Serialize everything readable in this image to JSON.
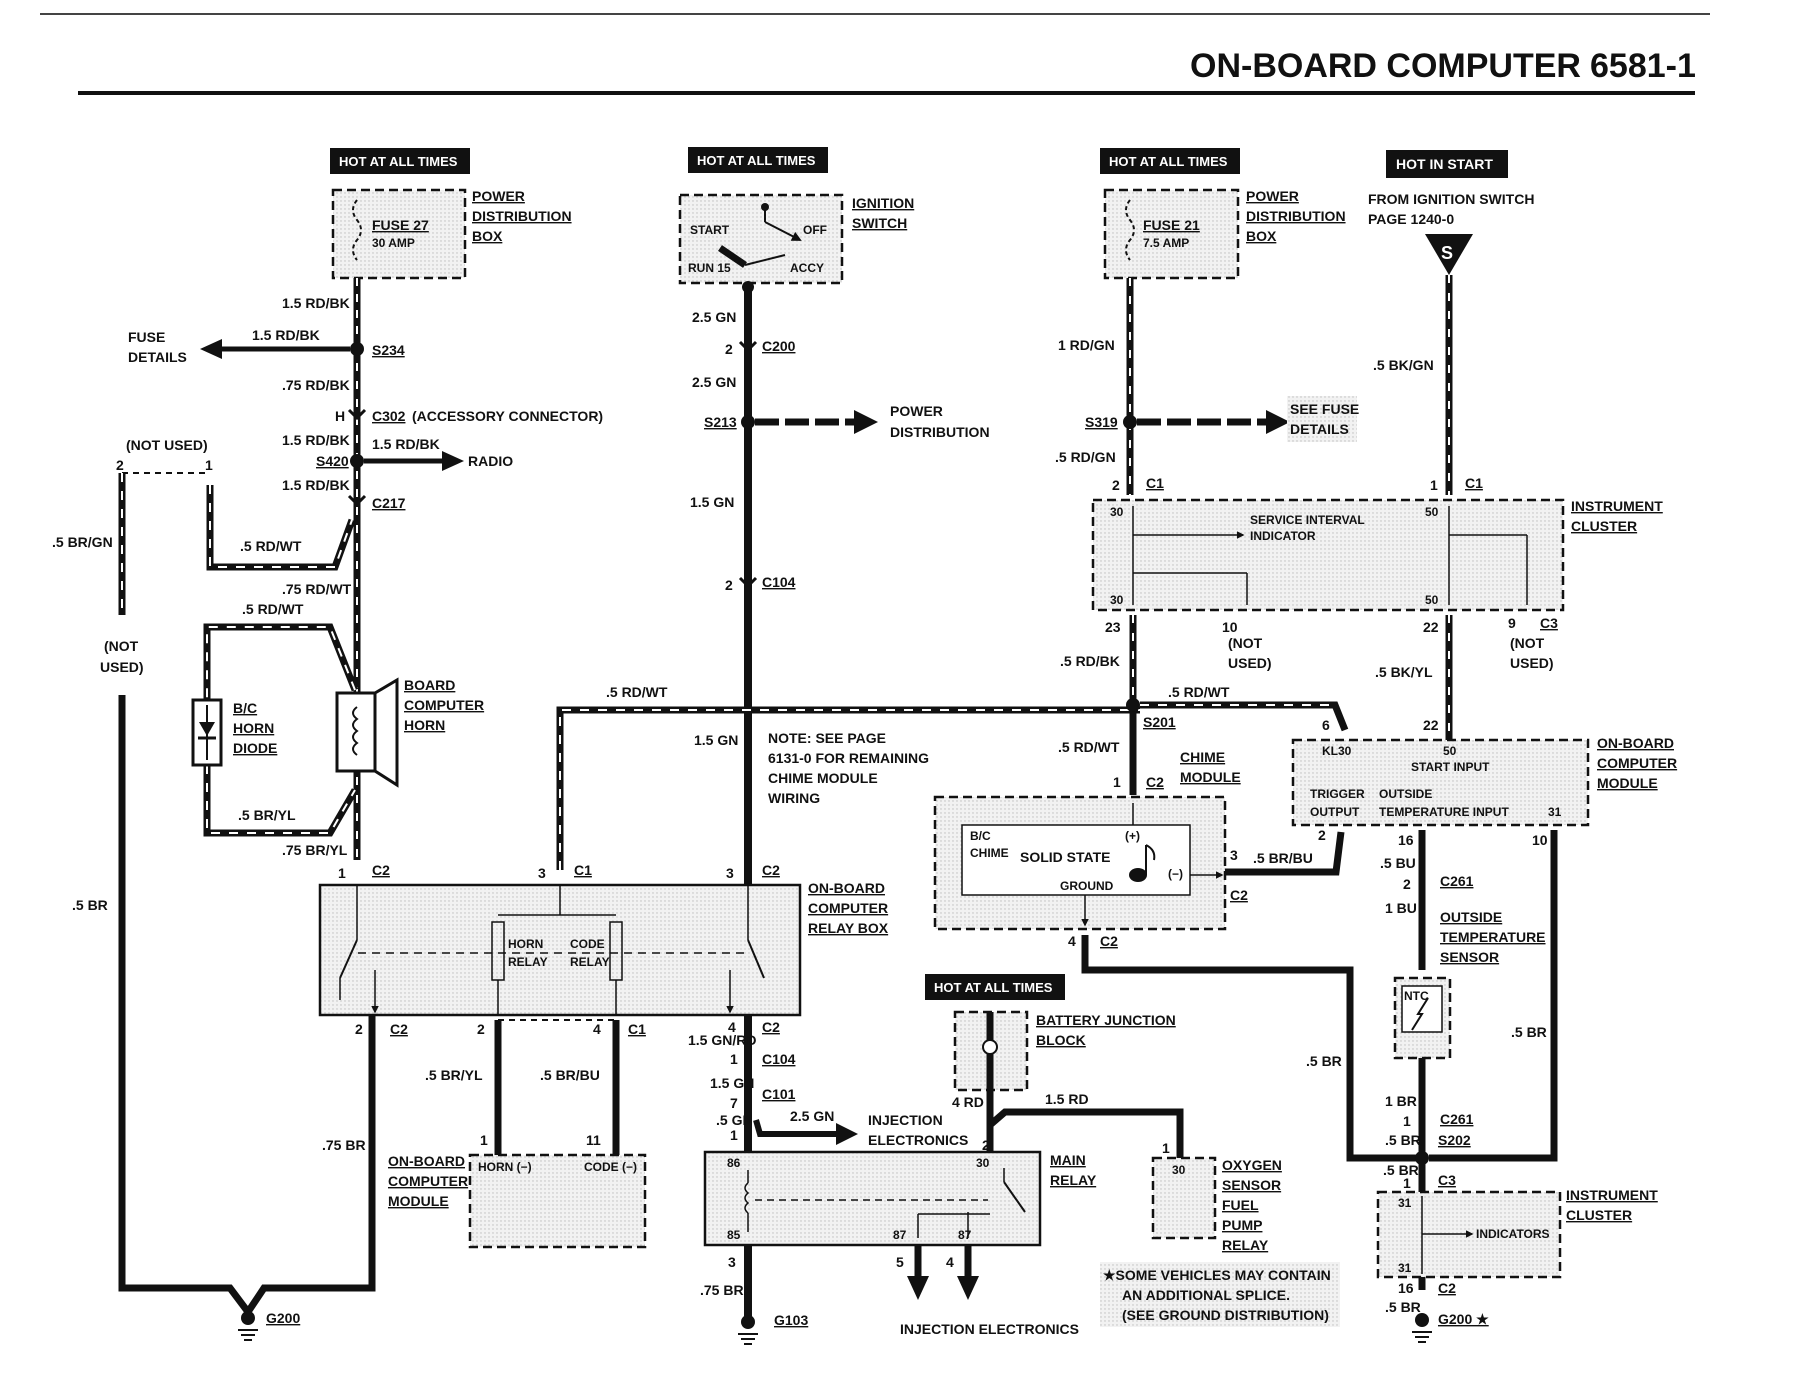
{
  "header": {
    "title": "ON-BOARD COMPUTER",
    "page_number": "6581-1"
  },
  "hot": {
    "fuse27": "HOT AT ALL TIMES",
    "ignition": "HOT AT ALL TIMES",
    "fuse21": "HOT AT ALL TIMES",
    "start": "HOT IN START",
    "battery": "HOT AT ALL TIMES"
  },
  "fuse27": {
    "name": "FUSE 27",
    "rating": "30 AMP",
    "box": [
      "POWER",
      "DISTRIBUTION",
      "BOX"
    ]
  },
  "fuse21": {
    "name": "FUSE 21",
    "rating": "7.5 AMP",
    "box": [
      "POWER",
      "DISTRIBUTION",
      "BOX"
    ]
  },
  "ignition": {
    "name": [
      "IGNITION",
      "SWITCH"
    ],
    "start": "START",
    "off": "OFF",
    "run": "RUN 15",
    "accy": "ACCY"
  },
  "start_source": {
    "line1": "FROM IGNITION SWITCH",
    "line2": "PAGE 1240-0",
    "connector": "S"
  },
  "left": {
    "w1": "1.5 RD/BK",
    "w2": "1.5 RD/BK",
    "s234": "S234",
    "fuse_details": [
      "FUSE",
      "DETAILS"
    ],
    "w3": ".75 RD/BK",
    "c302_pin": "H",
    "c302": "C302",
    "c302_note": "(ACCESSORY CONNECTOR)",
    "w4": "1.5 RD/BK",
    "w5": "1.5 RD/BK",
    "s420": "S420",
    "radio": "RADIO",
    "w6": "1.5 RD/BK",
    "c217": "C217",
    "not_used": "(NOT USED)",
    "pin2": "2",
    "pin1": "1",
    "w_brgn": ".5 BR/GN",
    "w_rdwt1": ".5 RD/WT",
    "w_rdwt2": ".75 RD/WT",
    "w_rdwt3": ".5 RD/WT",
    "not_used2": [
      "(NOT",
      "USED)"
    ],
    "diode": [
      "B/C",
      "HORN",
      "DIODE"
    ],
    "horn": [
      "BOARD",
      "COMPUTER",
      "HORN"
    ],
    "w_bryl1": ".5 BR/YL",
    "w_bryl2": ".75 BR/YL",
    "w_br": ".5 BR",
    "w_75br": ".75 BR",
    "g200": "G200"
  },
  "center": {
    "w_25gn_1": "2.5 GN",
    "c200_pin": "2",
    "c200": "C200",
    "w_25gn_2": "2.5 GN",
    "s213": "S213",
    "power_dist": [
      "POWER",
      "DISTRIBUTION"
    ],
    "w_15gn_1": "1.5 GN",
    "c104_pin": "2",
    "c104": "C104",
    "w_rdwt": ".5 RD/WT",
    "w_15gn_2": "1.5 GN",
    "note": [
      "NOTE: SEE PAGE",
      "6131-0 FOR REMAINING",
      "CHIME MODULE",
      "WIRING"
    ]
  },
  "relay_box": {
    "name": [
      "ON-BOARD",
      "COMPUTER",
      "RELAY BOX"
    ],
    "horn_relay": [
      "HORN",
      "RELAY"
    ],
    "code_relay": [
      "CODE",
      "RELAY"
    ],
    "p1": "1",
    "c2a": "C2",
    "p3a": "3",
    "c1a": "C1",
    "p3b": "3",
    "c2b": "C2",
    "p2a": "2",
    "c2c": "C2",
    "p2b": "2",
    "p4a": "4",
    "c1b": "C1",
    "p4b": "4",
    "c2d": "C2"
  },
  "lower_left": {
    "w_bryl": ".5 BR/YL",
    "w_brbu": ".5 BR/BU",
    "p1": "1",
    "p11": "11",
    "module": [
      "ON-BOARD",
      "COMPUTER",
      "MODULE"
    ],
    "horn": "HORN (−)",
    "code": "CODE (−)"
  },
  "main_relay": {
    "w_gnrd": "1.5 GN/RD",
    "p1a": "1",
    "c104": "C104",
    "w_15gn": "1.5 GN",
    "p7": "7",
    "c101": "C101",
    "w_5gn": ".5 GN",
    "w_25gn": "2.5 GN",
    "inj": [
      "INJECTION",
      "ELECTRONICS"
    ],
    "p1b": "1",
    "name": [
      "MAIN",
      "RELAY"
    ],
    "t86": "86",
    "t85": "85",
    "t30": "30",
    "t87a": "87",
    "t87b": "87",
    "p2": "2",
    "p3": "3",
    "w_75br": ".75 BR",
    "g103": "G103",
    "p5": "5",
    "p4": "4",
    "inj_bottom": "INJECTION ELECTRONICS"
  },
  "battery": {
    "name": [
      "BATTERY JUNCTION",
      "BLOCK"
    ],
    "w_4rd": "4 RD",
    "w_15rd": "1.5 RD"
  },
  "oxygen": {
    "pin": "1",
    "term": "30",
    "name": [
      "OXYGEN",
      "SENSOR",
      "FUEL",
      "PUMP",
      "RELAY"
    ]
  },
  "footnote": [
    "★SOME VEHICLES MAY CONTAIN",
    "AN ADDITIONAL SPLICE.",
    "(SEE GROUND DISTRIBUTION)"
  ],
  "right": {
    "w_1rdgn": "1 RD/GN",
    "s319": "S319",
    "see_fuse": [
      "SEE FUSE",
      "DETAILS"
    ],
    "w_5rdgn": ".5 RD/GN",
    "w_5bkgn": ".5 BK/GN",
    "p2": "2",
    "c1a": "C1",
    "p1": "1",
    "c1b": "C1",
    "cluster": [
      "INSTRUMENT",
      "CLUSTER"
    ],
    "sii": [
      "SERVICE INTERVAL",
      "INDICATOR"
    ],
    "t30a": "30",
    "t50a": "50",
    "t30b": "30",
    "t50b": "50",
    "p23": "23",
    "p10": "10",
    "p22a": "22",
    "p9": "9",
    "c3": "C3",
    "not_used_a": [
      "(NOT",
      "USED)"
    ],
    "not_used_b": [
      "(NOT",
      "USED)"
    ],
    "w_5rdbk": ".5 RD/BK",
    "w_5bkyl": ".5 BK/YL",
    "w_rdwt": ".5 RD/WT",
    "s201": "S201",
    "p6": "6",
    "p22b": "22",
    "w_5rdwt2": ".5 RD/WT",
    "module": [
      "ON-BOARD",
      "COMPUTER",
      "MODULE"
    ],
    "kl30": "KL30",
    "t50c": "50",
    "start_input": "START INPUT",
    "trigger": [
      "TRIGGER",
      "OUTPUT"
    ],
    "outside": [
      "OUTSIDE",
      "TEMPERATURE INPUT"
    ],
    "t31": "31",
    "p2b": "2",
    "p16": "16",
    "p10b": "10"
  },
  "chime": {
    "p1": "1",
    "c2": "C2",
    "name": [
      "CHIME",
      "MODULE"
    ],
    "bc": [
      "B/C",
      "CHIME"
    ],
    "solid": "SOLID STATE",
    "plus": "(+)",
    "minus": "(−)",
    "ground": "GROUND",
    "p3": "3",
    "w_brbu": ".5 BR/BU",
    "c2b": "C2",
    "p4": "4",
    "c2c": "C2"
  },
  "temp": {
    "w_5bu": ".5 BU",
    "p2": "2",
    "c261": "C261",
    "w_1bu": "1 BU",
    "name": [
      "OUTSIDE",
      "TEMPERATURE",
      "SENSOR"
    ],
    "ntc": "NTC",
    "w_1br": "1 BR",
    "p1": "1",
    "c261b": "C261",
    "w_5br_a": ".5 BR",
    "s202": "S202",
    "w_5br_b": ".5 BR",
    "w_5br_c": ".5 BR",
    "w_5br_d": ".5 BR"
  },
  "cluster2": {
    "p1": "1",
    "c3": "C3",
    "name": [
      "INSTRUMENT",
      "CLUSTER"
    ],
    "t31a": "31",
    "t31b": "31",
    "ind": "INDICATORS",
    "p16": "16",
    "c2": "C2",
    "w_5br": ".5 BR",
    "g200": "G200 ★"
  }
}
